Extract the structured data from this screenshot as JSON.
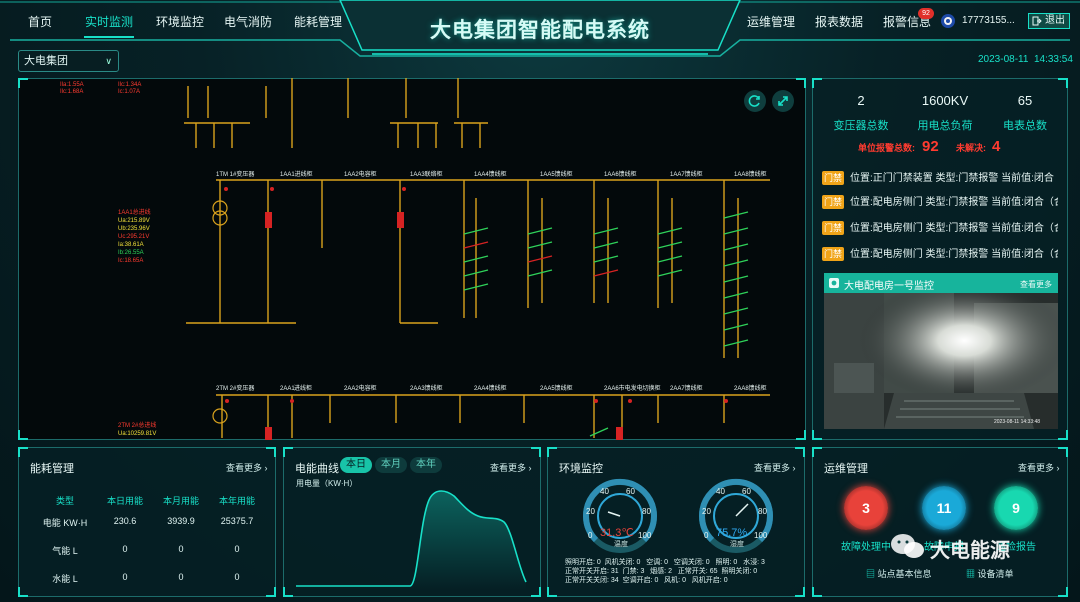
{
  "header": {
    "nav_left": [
      "首页",
      "实时监测",
      "环境监控",
      "电气消防",
      "能耗管理"
    ],
    "title": "大电集团智能配电系统",
    "nav_right": [
      "运维管理",
      "报表数据",
      "报警信息"
    ],
    "alarm_badge": "92",
    "user_phone": "17773155...",
    "logout_label": "退出",
    "datetime": "2023-08-11  14:33:54"
  },
  "company_select": {
    "value": "大电集团"
  },
  "diagram": {
    "top_cabinets": [
      "1TM 1#变压器",
      "1AA1进线柜",
      "1AA2电容柜",
      "1AA3联络柜",
      "1AA4馈线柜",
      "1AA5馈线柜",
      "1AA6馈线柜",
      "1AA7馈线柜",
      "1AA8馈线柜"
    ],
    "bottom_cabinets": [
      "2TM 2#变压器",
      "2AA1",
      "进线柜",
      "2AA2电容柜",
      "2AA3馈线柜",
      "2AA4馈线柜",
      "2AA5馈线柜",
      "2AA6市电发电切换柜",
      "2AA7馈线柜",
      "2AA8馈线柜"
    ],
    "top_readings_red": [
      "Ila:1.55A",
      "Ilc:1.68A"
    ],
    "top_readings_red2": [
      "Ilc:1.34A",
      "Ic:1.07A"
    ],
    "left_title": "1AA1总进线",
    "left_readings": [
      "Ua:215.89V",
      "Ub:235.96V",
      "Uc:295.21V",
      "Ia:38.61A",
      "Ib:26.55A",
      "Ic:18.65A"
    ],
    "bottom_left_title": "2TM 2#总进线",
    "bottom_left_reading": "Ua:10259.81V"
  },
  "stats": {
    "transformers": {
      "value": "2",
      "label": "变压器总数"
    },
    "load": {
      "value": "1600KV",
      "label": "用电总负荷"
    },
    "meters": {
      "value": "65",
      "label": "电表总数"
    },
    "alarm_total_label": "单位报警总数:",
    "alarm_total": "92",
    "unresolved_label": "未解决:",
    "unresolved": "4"
  },
  "alarms": [
    {
      "tag": "门禁",
      "text": "位置:正门门禁装置 类型:门禁报警 当前值:闭合（..."
    },
    {
      "tag": "门禁",
      "text": "位置:配电房侧门 类型:门禁报警 当前值:闭合（合..."
    },
    {
      "tag": "门禁",
      "text": "位置:配电房侧门 类型:门禁报警 当前值:闭合（合..."
    },
    {
      "tag": "门禁",
      "text": "位置:配电房侧门 类型:门禁报警 当前值:闭合（合..."
    }
  ],
  "camera": {
    "title": "大电配电房一号监控",
    "more": "查看更多",
    "timestamp": "2023-08-11 14:33:48"
  },
  "energy": {
    "title": "能耗管理",
    "more": "查看更多 ›",
    "headers": [
      "类型",
      "本日用能",
      "本月用能",
      "本年用能"
    ],
    "rows": [
      [
        "电能 KW·H",
        "230.6",
        "3939.9",
        "25375.7"
      ],
      [
        "气能 L",
        "0",
        "0",
        "0"
      ],
      [
        "水能 L",
        "0",
        "0",
        "0"
      ]
    ]
  },
  "curve": {
    "title": "电能曲线",
    "tabs": [
      "本日",
      "本月",
      "本年"
    ],
    "more": "查看更多 ›",
    "unit": "用电量（KW·H）"
  },
  "environment": {
    "title": "环境监控",
    "more": "查看更多 ›",
    "gauges": [
      {
        "value": "31.3℃",
        "label": "温度",
        "ticks": [
          "20",
          "40",
          "60",
          "80",
          "0",
          "100"
        ]
      },
      {
        "value": "75.7%",
        "label": "湿度",
        "ticks": [
          "20",
          "40",
          "60",
          "80",
          "0",
          "100"
        ]
      }
    ],
    "status_lines": [
      "照明开启: 0  风机关闭: 0   空调: 0   空调关闭: 0   照明: 0   水浸: 3",
      "正常开关开启: 31  门禁: 3   烟感: 2   正常开关: 65  照明关闭: 0",
      "正常开关关闭: 34  空调开启: 0   风机: 0   风机开启: 0"
    ]
  },
  "ops": {
    "title": "运维管理",
    "more": "查看更多 ›",
    "items": [
      {
        "value": "3",
        "label": "故障处理中",
        "color": "#e8423a"
      },
      {
        "value": "11",
        "label": "故障申报",
        "color": "#1aa9d8"
      },
      {
        "value": "9",
        "label": "巡检报告",
        "color": "#18d8b0"
      }
    ],
    "links": [
      "站点基本信息",
      "设备清单"
    ]
  },
  "watermark": "大电能源"
}
